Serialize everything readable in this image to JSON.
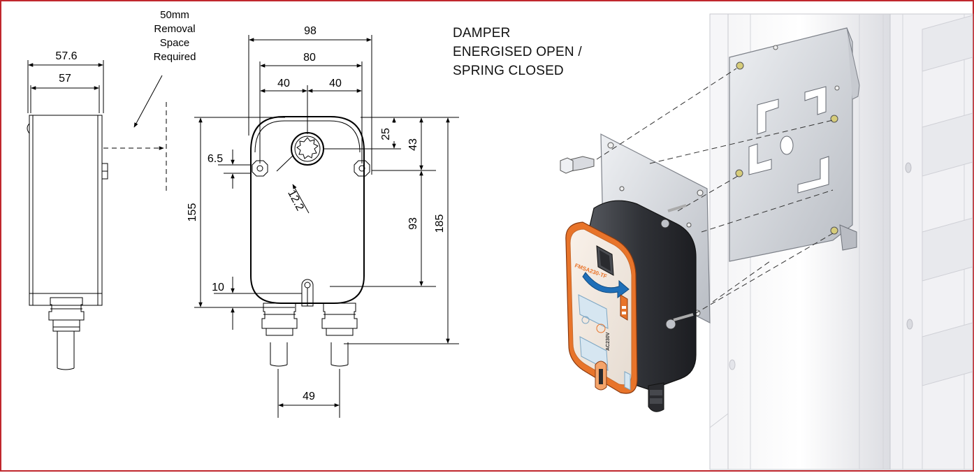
{
  "colors": {
    "border": "#c0272d",
    "actuator_orange": "#e8742a",
    "actuator_body": "#3a3c40",
    "arrow_blue": "#1f6fb8"
  },
  "side_view": {
    "dim_outer": "57.6",
    "dim_inner": "57",
    "removal_note": [
      "50mm",
      "Removal",
      "Space",
      "Required"
    ]
  },
  "front_view": {
    "dim_98": "98",
    "dim_80": "80",
    "dim_40_left": "40",
    "dim_40_right": "40",
    "dim_6_5": "6.5",
    "dim_12_2": "12.2",
    "dim_155": "155",
    "dim_10": "10",
    "dim_25": "25",
    "dim_43": "43",
    "dim_93": "93",
    "dim_185": "185",
    "dim_49": "49"
  },
  "title": {
    "line1": "DAMPER",
    "line2": "ENERGISED OPEN /",
    "line3": "SPRING CLOSED"
  },
  "illustration": {
    "model_label": "FMSA230-TF",
    "voltage_label": "AC230V"
  }
}
